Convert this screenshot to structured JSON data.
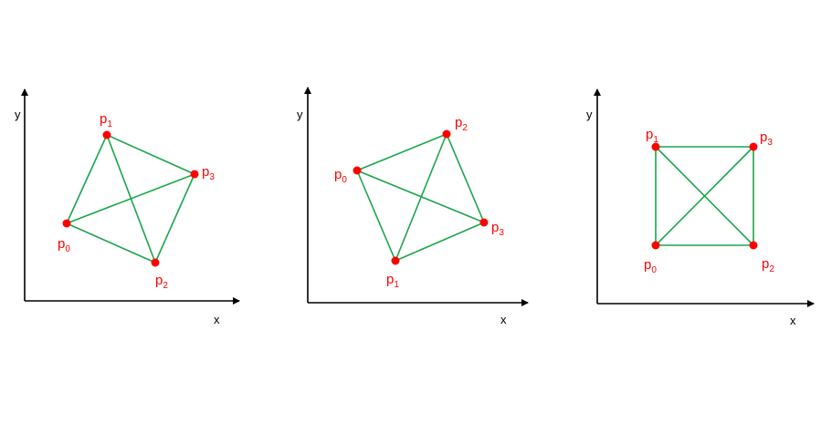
{
  "colors": {
    "point": "#ff0000",
    "edge": "#1aa64b",
    "axis": "#000000",
    "label": "#ff0000"
  },
  "panels": [
    {
      "x_axis_label": "x",
      "y_axis_label": "y",
      "points": [
        {
          "label": "p",
          "subscript": "0"
        },
        {
          "label": "p",
          "subscript": "1"
        },
        {
          "label": "p",
          "subscript": "2"
        },
        {
          "label": "p",
          "subscript": "3"
        }
      ]
    },
    {
      "x_axis_label": "x",
      "y_axis_label": "y",
      "points": [
        {
          "label": "p",
          "subscript": "0"
        },
        {
          "label": "p",
          "subscript": "1"
        },
        {
          "label": "p",
          "subscript": "2"
        },
        {
          "label": "p",
          "subscript": "3"
        }
      ]
    },
    {
      "x_axis_label": "x",
      "y_axis_label": "y",
      "points": [
        {
          "label": "p",
          "subscript": "0"
        },
        {
          "label": "p",
          "subscript": "1"
        },
        {
          "label": "p",
          "subscript": "2"
        },
        {
          "label": "p",
          "subscript": "3"
        }
      ]
    }
  ]
}
